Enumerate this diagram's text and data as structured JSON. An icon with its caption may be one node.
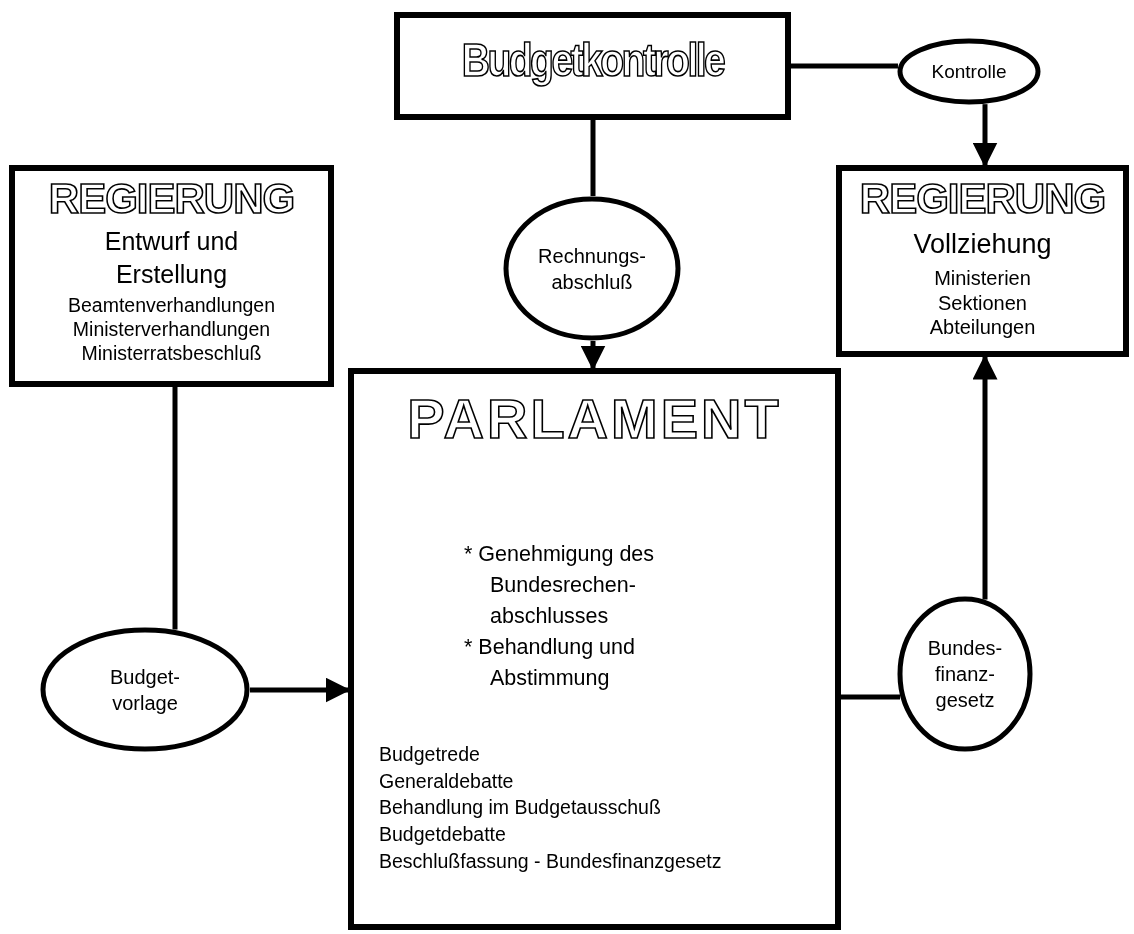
{
  "diagram": {
    "nodes": [
      {
        "text": [
          "Budgetkontrolle"
        ]
      },
      {
        "text": [
          "Kontrolle"
        ]
      },
      {
        "text": [
          "REGIERUNG",
          "Entwurf und Erstellung",
          "Beamtenverhandlungen",
          "Ministerverhandlungen",
          "Ministerratsbeschluß"
        ]
      },
      {
        "text": [
          "Rechnungs- abschluß"
        ]
      },
      {
        "text": [
          "REGIERUNG",
          "Vollziehung",
          "Ministerien",
          "Sektionen",
          "Abteilungen"
        ]
      },
      {
        "text": [
          "Budget- vorlage"
        ]
      },
      {
        "text": [
          "PARLAMENT",
          "* Genehmigung des Bundesrechen- abschlusses",
          "* Behandlung und Abstimmung",
          "Budgetrede",
          "Generaldebatte",
          "Behandlung im Budgetausschuß",
          "Budgetdebatte",
          "Beschlußfassung - Bundesfinanzgesetz"
        ]
      },
      {
        "text": [
          "Bundes- finanz- gesetz"
        ]
      }
    ],
    "edges": [
      {
        "from": 0,
        "to": 1,
        "arrow": "none"
      },
      {
        "from": 1,
        "to": 4,
        "arrow": "to"
      },
      {
        "from": 0,
        "to": 3,
        "arrow": "none"
      },
      {
        "from": 3,
        "to": 6,
        "arrow": "to"
      },
      {
        "from": 2,
        "to": 5,
        "arrow": "none"
      },
      {
        "from": 5,
        "to": 6,
        "arrow": "to"
      },
      {
        "from": 6,
        "to": 7,
        "arrow": "none"
      },
      {
        "from": 7,
        "to": 4,
        "arrow": "to"
      }
    ]
  }
}
